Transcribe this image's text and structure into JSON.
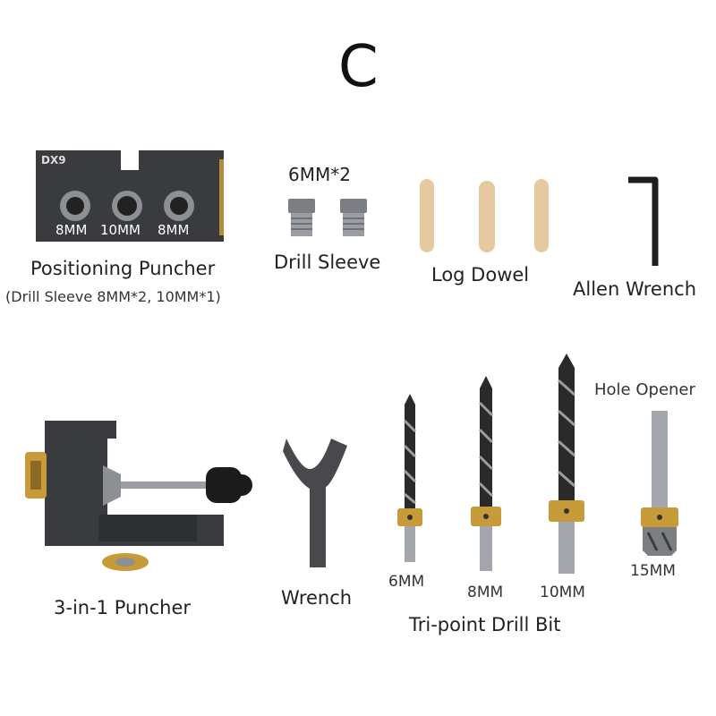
{
  "header": {
    "letter": "C"
  },
  "items": {
    "positioning_puncher": {
      "label": "Positioning Puncher",
      "sublabel": "(Drill Sleeve 8MM*2, 10MM*1)",
      "logo": "DX9",
      "hole_labels": [
        "8MM",
        "10MM",
        "8MM"
      ]
    },
    "drill_sleeve": {
      "label": "Drill Sleeve",
      "qty": "6MM*2"
    },
    "log_dowel": {
      "label": "Log Dowel"
    },
    "allen_wrench": {
      "label": "Allen Wrench"
    },
    "puncher_3in1": {
      "label": "3-in-1 Puncher"
    },
    "wrench": {
      "label": "Wrench"
    },
    "drill_bits": {
      "label": "Tri-point Drill Bit",
      "sizes": [
        "6MM",
        "8MM",
        "10MM"
      ]
    },
    "hole_opener": {
      "label": "Hole Opener",
      "size": "15MM"
    }
  },
  "colors": {
    "anodized_black": "#3a3b3f",
    "steel": "#8c8f93",
    "brass": "#c79a3a",
    "wood": "#e6c9a0"
  }
}
